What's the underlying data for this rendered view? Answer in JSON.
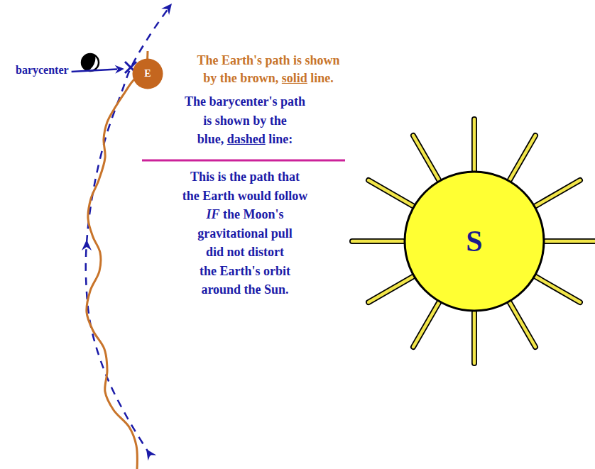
{
  "diagram": {
    "nodes": [
      {
        "text": [
          "E"
        ]
      },
      {
        "text": [
          "S"
        ]
      }
    ],
    "labels": [
      "barycenter",
      "The Earth's path is shown by the brown, solid line.",
      "The barycenter's path is shown by the blue, dashed line:",
      "This is the path that the Earth would follow IF the Moon's gravitational pull did not distort the Earth's orbit around the Sun."
    ]
  }
}
